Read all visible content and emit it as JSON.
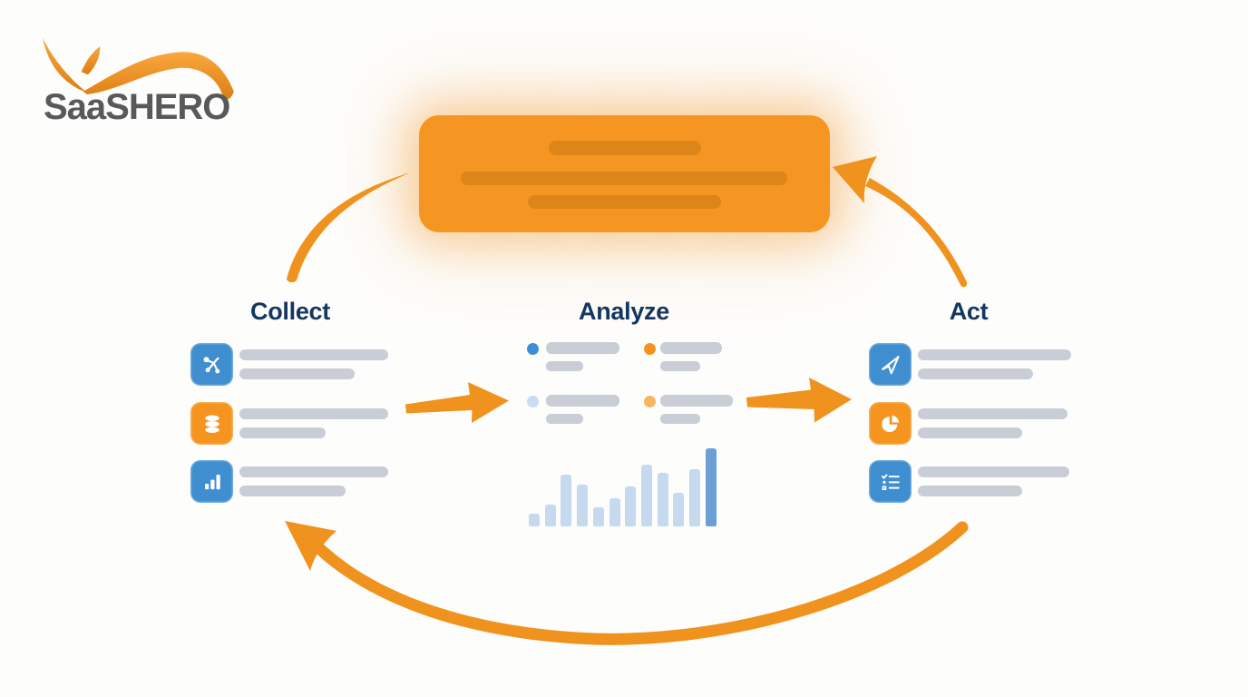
{
  "logo": {
    "brand": "SaaSHERO"
  },
  "banner": {
    "note": "highlighted callout card with three placeholder text lines, no readable text"
  },
  "stages": {
    "collect": {
      "title": "Collect",
      "items": [
        {
          "icon": "network-icon",
          "accent": "blue"
        },
        {
          "icon": "database-icon",
          "accent": "orange"
        },
        {
          "icon": "bar-chart-icon",
          "accent": "blue"
        }
      ]
    },
    "analyze": {
      "title": "Analyze",
      "bullets": [
        {
          "color": "#3d8ed8"
        },
        {
          "color": "#f5921e"
        },
        {
          "color": "#c8ddf2"
        },
        {
          "color": "#f8b55f"
        }
      ]
    },
    "act": {
      "title": "Act",
      "items": [
        {
          "icon": "paper-plane-icon",
          "accent": "blue"
        },
        {
          "icon": "pie-chart-icon",
          "accent": "orange"
        },
        {
          "icon": "checklist-icon",
          "accent": "blue"
        }
      ]
    }
  },
  "flow": {
    "sequence": [
      "Collect",
      "Analyze",
      "Act"
    ],
    "loop": "Act returns to Collect via bottom arrow; Collect and Act feed the top callout banner"
  },
  "chart_data": {
    "type": "bar",
    "categories": [
      "",
      "",
      "",
      "",
      "",
      "",
      "",
      "",
      "",
      "",
      "",
      ""
    ],
    "values": [
      14,
      24,
      57,
      46,
      21,
      31,
      44,
      68,
      59,
      37,
      63,
      86
    ],
    "highlight_index": 11,
    "bar_color": "#c7d9ee",
    "highlight_color": "#6b9fd6",
    "title": "",
    "xlabel": "",
    "ylabel": "",
    "ylim": [
      0,
      90
    ],
    "grid": false,
    "legend": false
  },
  "colors": {
    "accent_orange": "#f5941f",
    "dark_orange_line": "#dd8519",
    "accent_blue": "#3e8ed0",
    "heading_navy": "#14365f",
    "placeholder_gray": "#c9cdd5",
    "logo_gray": "#58595b"
  }
}
